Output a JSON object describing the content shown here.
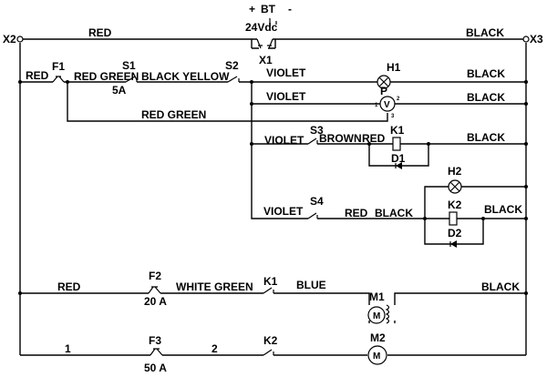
{
  "battery": {
    "ref": "BT",
    "plus": "+",
    "minus": "-",
    "voltage": "24Vdc"
  },
  "terminals": {
    "left": "X2",
    "right": "X3"
  },
  "wires": {
    "top_red": "RED",
    "top_black": "BLACK",
    "f1_red": "RED",
    "s1_in": "RED GREEN",
    "s1_out": "BLACK YELLOW",
    "h1_violet": "VIOLET",
    "h1_black": "BLACK",
    "p_violet": "VIOLET",
    "p_black": "BLACK",
    "p_red_green": "RED GREEN",
    "s3_violet": "VIOLET",
    "s3_out": "BROWN",
    "k1_red": "RED",
    "k1_black": "BLACK",
    "s4_violet": "VIOLET",
    "s4_out": "RED",
    "h2k2_black": "BLACK",
    "k2_black": "BLACK",
    "m1_red": "RED",
    "m1_mid": "WHITE GREEN",
    "m1_blue": "BLUE",
    "m1_black": "BLACK",
    "m2_n1": "1",
    "m2_n2": "2"
  },
  "components": {
    "x1": "X1",
    "f1": "F1",
    "s1": "S1",
    "s1_rating": "5A",
    "s2": "S2",
    "h1": "H1",
    "p": "P",
    "p_pin1": "1",
    "p_pin2": "2",
    "p_pin3": "3",
    "s3": "S3",
    "k1": "K1",
    "d1": "D1",
    "h2": "H2",
    "s4": "S4",
    "k2": "K2",
    "d2": "D2",
    "f2": "F2",
    "f2_rating": "20 A",
    "k1_contact": "K1",
    "m1": "M1",
    "f3": "F3",
    "f3_rating": "50 A",
    "k2_contact": "K2",
    "m2": "M2",
    "motor_symbol": "M",
    "meter_symbol": "V"
  }
}
